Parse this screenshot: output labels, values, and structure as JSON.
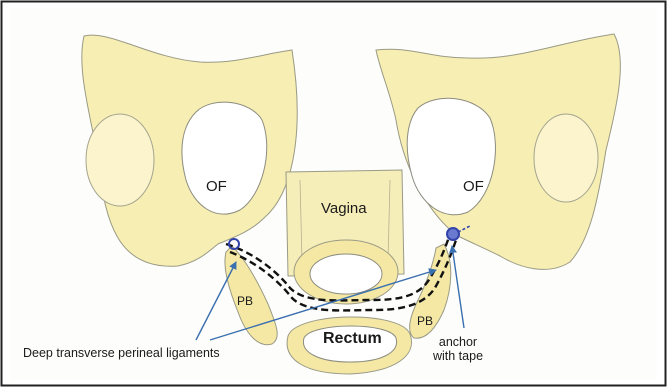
{
  "labels": {
    "of_left": "OF",
    "of_right": "OF",
    "vagina": "Vagina",
    "pb_left": "PB",
    "pb_right": "PB",
    "rectum": "Rectum",
    "ligaments_caption": "Deep transverse perineal ligaments",
    "anchor_line1": "anchor",
    "anchor_line2": "with tape"
  },
  "colors": {
    "bone_fill": "#f7eeb3",
    "bone_stroke": "#9a9a86",
    "bone_shade": "#e8d574",
    "arrow": "#3a6fb0",
    "anchor": "#3344aa",
    "tape": "#111111",
    "frame": "#222222"
  }
}
